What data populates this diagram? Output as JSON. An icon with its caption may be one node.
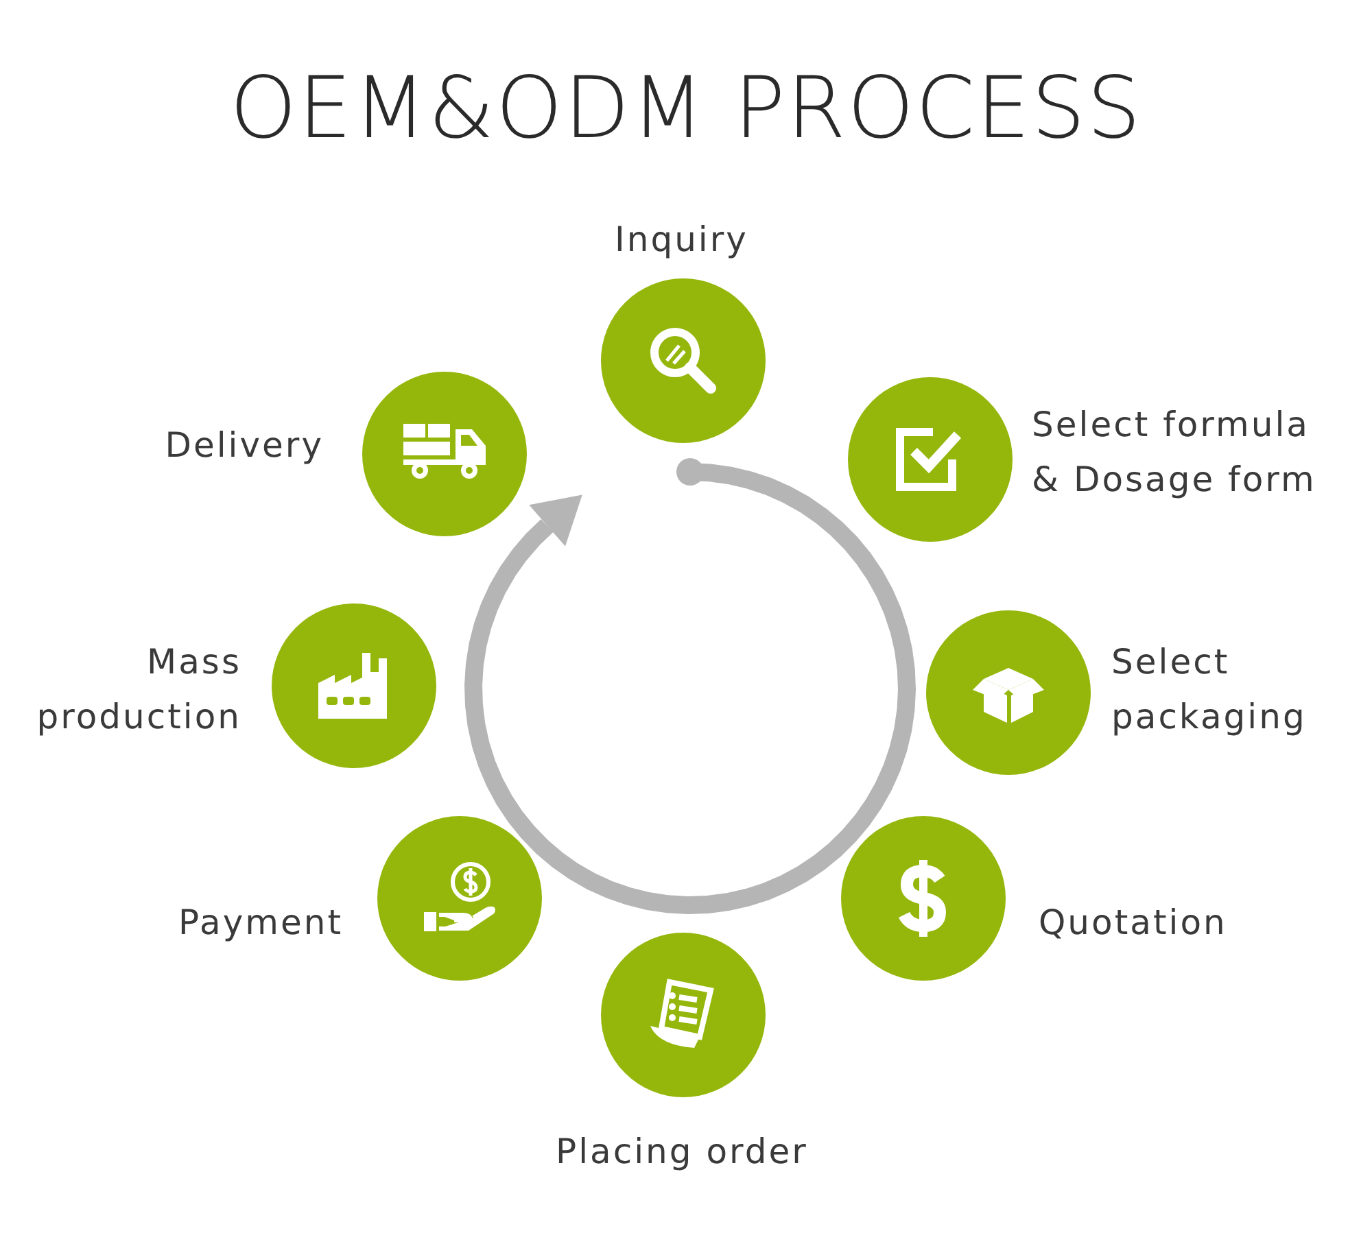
{
  "diagram": {
    "title": "OEM&ODM PROCESS",
    "nodes": [
      {
        "text": [],
        "shape": "circle",
        "beside": [
          "Inquiry"
        ]
      },
      {
        "text": [],
        "shape": "circle",
        "beside": [
          "Select formula & Dosage form"
        ]
      },
      {
        "text": [],
        "shape": "circle",
        "beside": [
          "Select packaging"
        ]
      },
      {
        "text": [],
        "shape": "circle",
        "beside": [
          "Quotation"
        ]
      },
      {
        "text": [],
        "shape": "circle",
        "beside": [
          "Placing order"
        ]
      },
      {
        "text": [],
        "shape": "circle",
        "beside": [
          "Payment"
        ]
      },
      {
        "text": [],
        "shape": "circle",
        "beside": [
          "Mass production"
        ]
      },
      {
        "text": [],
        "shape": "circle",
        "beside": [
          "Delivery"
        ]
      }
    ]
  }
}
